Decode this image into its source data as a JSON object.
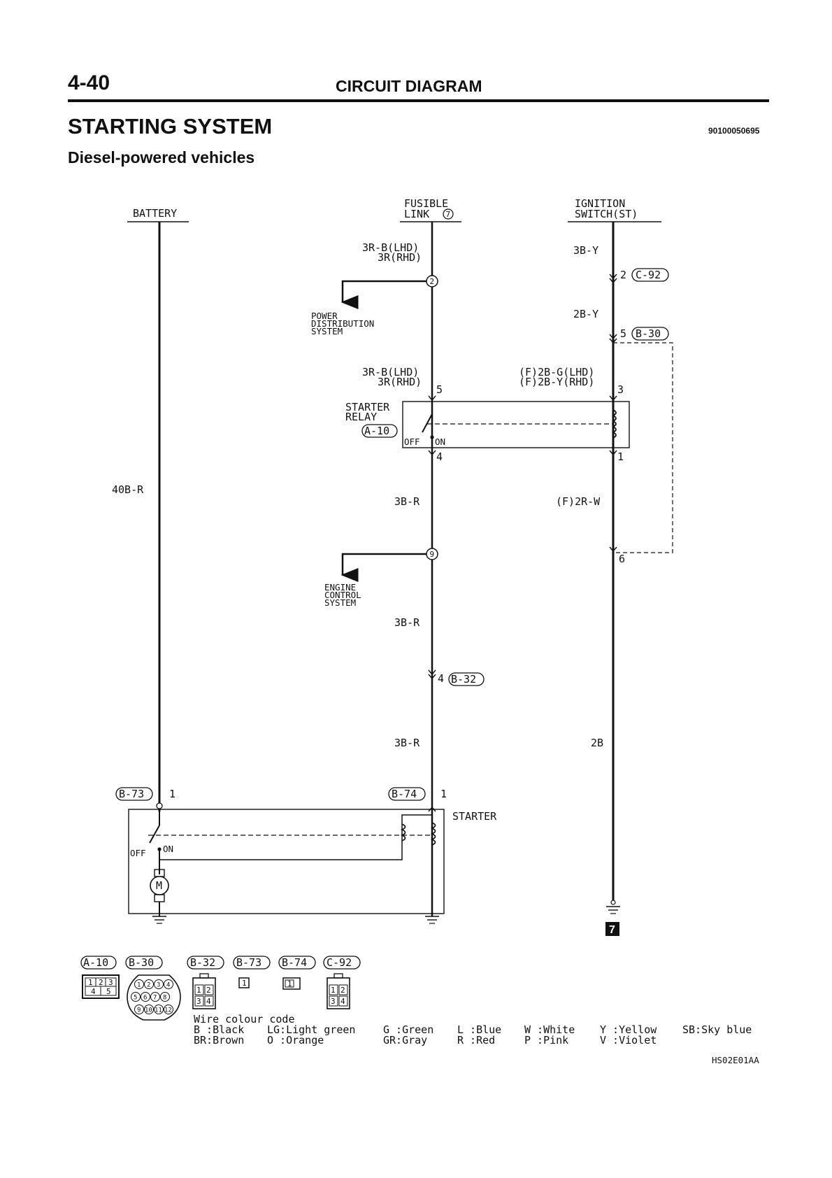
{
  "header": {
    "page_number": "4-40",
    "section": "CIRCUIT DIAGRAM",
    "title": "STARTING SYSTEM",
    "subtitle": "Diesel-powered vehicles",
    "doc_id": "90100050695"
  },
  "diagram": {
    "components": {
      "battery": "BATTERY",
      "fusible_link": [
        "FUSIBLE",
        "LINK"
      ],
      "fusible_link_no": "7",
      "ignition_switch": [
        "IGNITION",
        "SWITCH(ST)"
      ],
      "power_distribution": [
        "POWER",
        "DISTRIBUTION",
        "SYSTEM"
      ],
      "engine_control": [
        "ENGINE",
        "CONTROL",
        "SYSTEM"
      ],
      "starter_relay": [
        "STARTER",
        "RELAY"
      ],
      "starter": "STARTER",
      "motor_symbol": "M",
      "off_label": "OFF",
      "on_label": "ON",
      "ground_badge": "7"
    },
    "wires": {
      "fl_to_2_lhd": "3R-B(LHD)",
      "fl_to_2_rhd": "3R(RHD)",
      "ign_3by": "3B-Y",
      "ign_2by": "2B-Y",
      "relay_in_lhd": "3R-B(LHD)",
      "relay_in_rhd": "3R(RHD)",
      "coil_lhd": "(F)2B-G(LHD)",
      "coil_rhd": "(F)2B-Y(RHD)",
      "battery_wire": "40B-R",
      "starter_wire_1": "3B-R",
      "starter_wire_2": "3B-R",
      "starter_wire_3": "3B-R",
      "coil_ground": "(F)2R-W",
      "ground_wire": "2B"
    },
    "pins": {
      "p2": "2",
      "p5_ign": "5",
      "p5_relay": "5",
      "p3": "3",
      "p4_relay": "4",
      "p1_relay": "1",
      "p6": "6",
      "p4_b32": "4",
      "p1_b73": "1",
      "p1_b74": "1"
    },
    "junctions": {
      "j2": "2",
      "j9": "9"
    },
    "connectors": {
      "c92": "C-92",
      "b30": "B-30",
      "a10": "A-10",
      "b32": "B-32",
      "b73": "B-73",
      "b74": "B-74"
    }
  },
  "connector_legend": {
    "labels": [
      "A-10",
      "B-30",
      "B-32",
      "B-73",
      "B-74",
      "C-92"
    ],
    "a10_pins": [
      "1",
      "2",
      "3",
      "4",
      "5"
    ],
    "b30_pins": [
      "1",
      "2",
      "3",
      "4",
      "5",
      "6",
      "7",
      "8",
      "9",
      "10",
      "11",
      "12"
    ],
    "b32_pins": [
      "1",
      "2",
      "3",
      "4"
    ],
    "b73_pin": "1",
    "b74_pin": "1",
    "c92_pins": [
      "1",
      "2",
      "3",
      "4"
    ]
  },
  "wire_colour_code": {
    "title": "Wire colour code",
    "entries": [
      "B :Black",
      "BR:Brown",
      "LG:Light green",
      "O :Orange",
      "G :Green",
      "GR:Gray",
      "L :Blue",
      "R :Red",
      "W :White",
      "P :Pink",
      "Y :Yellow",
      "V :Violet",
      "SB:Sky blue"
    ]
  },
  "figure_code": "HS02E01AA"
}
